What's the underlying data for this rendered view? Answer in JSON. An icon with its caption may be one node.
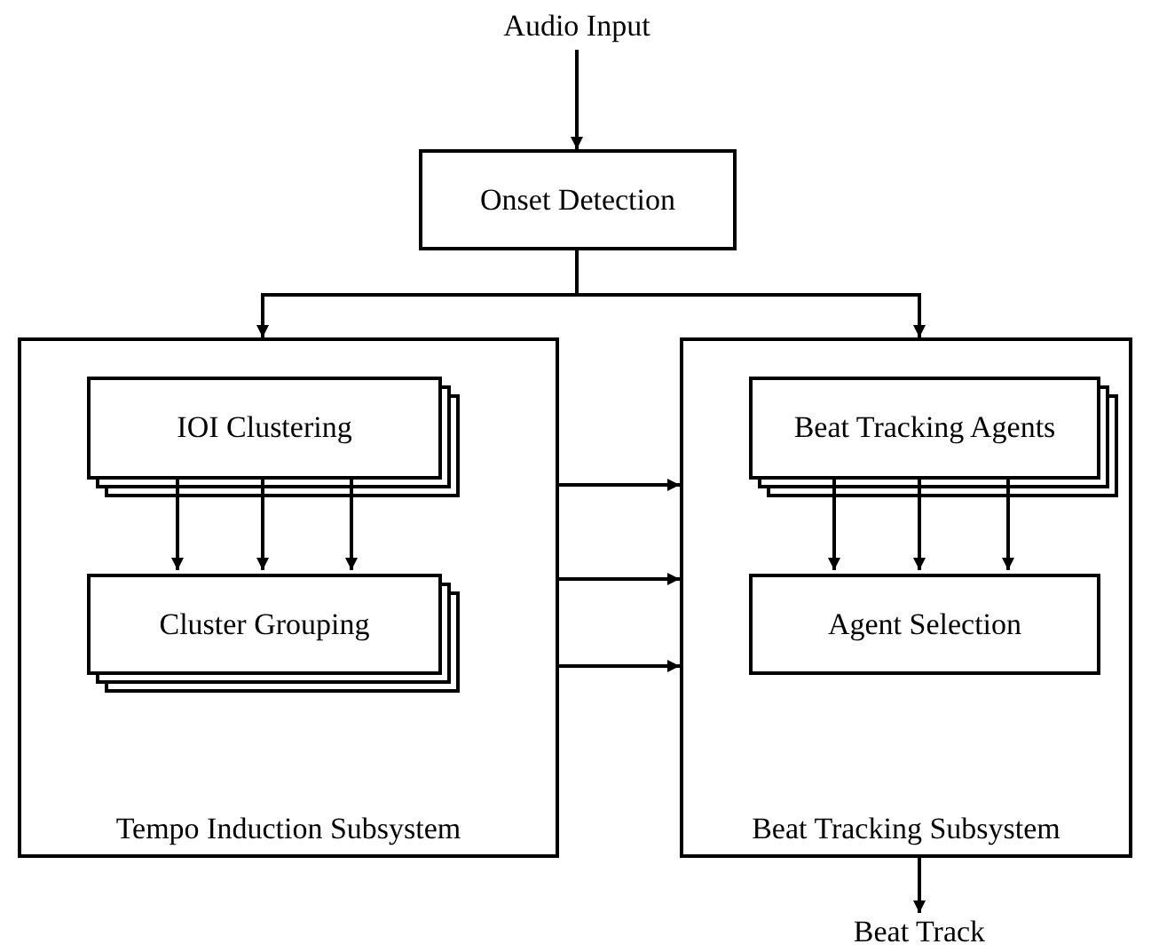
{
  "diagram": {
    "nodes": [
      {
        "text": [
          "Audio Input"
        ]
      },
      {
        "text": [
          "Onset Detection"
        ]
      },
      {
        "text": [
          "Tempo Induction Subsystem"
        ]
      },
      {
        "text": [
          "IOI Clustering"
        ],
        "in": 2
      },
      {
        "text": [
          "Cluster Grouping"
        ],
        "in": 2
      },
      {
        "text": [
          "Beat Tracking Subsystem"
        ]
      },
      {
        "text": [
          "Beat Tracking Agents"
        ],
        "in": 5
      },
      {
        "text": [
          "Agent Selection"
        ],
        "in": 5
      },
      {
        "text": [
          "Beat Track"
        ]
      }
    ],
    "edges": [
      {
        "from": 0,
        "to": 1,
        "arrow": "to"
      },
      {
        "from": 1,
        "to": 2,
        "arrow": "to"
      },
      {
        "from": 1,
        "to": 5,
        "arrow": "to"
      },
      {
        "from": 3,
        "to": 4,
        "arrow": "to"
      },
      {
        "from": 3,
        "to": 4,
        "arrow": "to"
      },
      {
        "from": 3,
        "to": 4,
        "arrow": "to"
      },
      {
        "from": 6,
        "to": 7,
        "arrow": "to"
      },
      {
        "from": 6,
        "to": 7,
        "arrow": "to"
      },
      {
        "from": 6,
        "to": 7,
        "arrow": "to"
      },
      {
        "from": 2,
        "to": 5,
        "arrow": "to"
      },
      {
        "from": 2,
        "to": 5,
        "arrow": "to"
      },
      {
        "from": 2,
        "to": 5,
        "arrow": "to"
      },
      {
        "from": 5,
        "to": 8,
        "arrow": "to"
      }
    ]
  }
}
